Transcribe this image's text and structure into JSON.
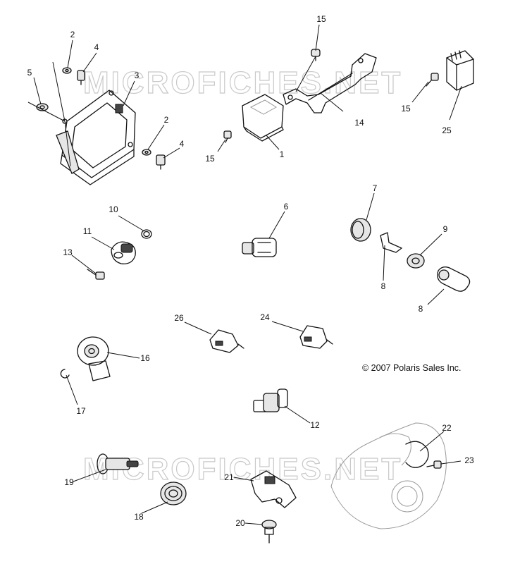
{
  "watermarks": [
    "MICROFICHES.NET",
    "MICROFICHES.NET"
  ],
  "copyright": "© 2007 Polaris Sales Inc.",
  "callouts": [
    "15",
    "2",
    "4",
    "3",
    "5",
    "14",
    "15",
    "25",
    "2",
    "4",
    "15",
    "1",
    "7",
    "10",
    "6",
    "9",
    "11",
    "13",
    "8",
    "8",
    "26",
    "24",
    "16",
    "17",
    "12",
    "22",
    "23",
    "19",
    "21",
    "18",
    "20"
  ]
}
